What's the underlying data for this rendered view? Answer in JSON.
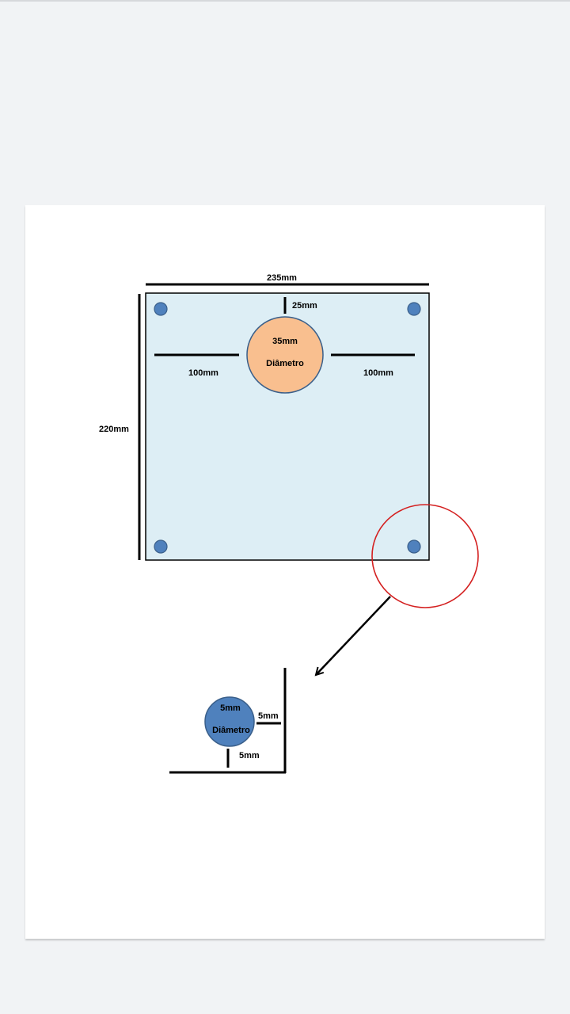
{
  "diagram": {
    "labels": {
      "width": "235mm",
      "height": "220mm",
      "top_offset": "25mm",
      "left_offset": "100mm",
      "right_offset": "100mm",
      "center_hole_size": "35mm",
      "center_hole_desc": "Diâmetro",
      "detail_hole_size": "5mm",
      "detail_hole_desc": "Diâmetro",
      "detail_side_offset": "5mm",
      "detail_bottom_offset": "5mm"
    },
    "colors": {
      "plate_fill": "#ddeef5",
      "center_hole_fill": "#f9bf8f",
      "corner_hole_fill": "#4f81bd",
      "hole_stroke": "#3a5f8a",
      "callout_circle": "#d42020"
    }
  }
}
